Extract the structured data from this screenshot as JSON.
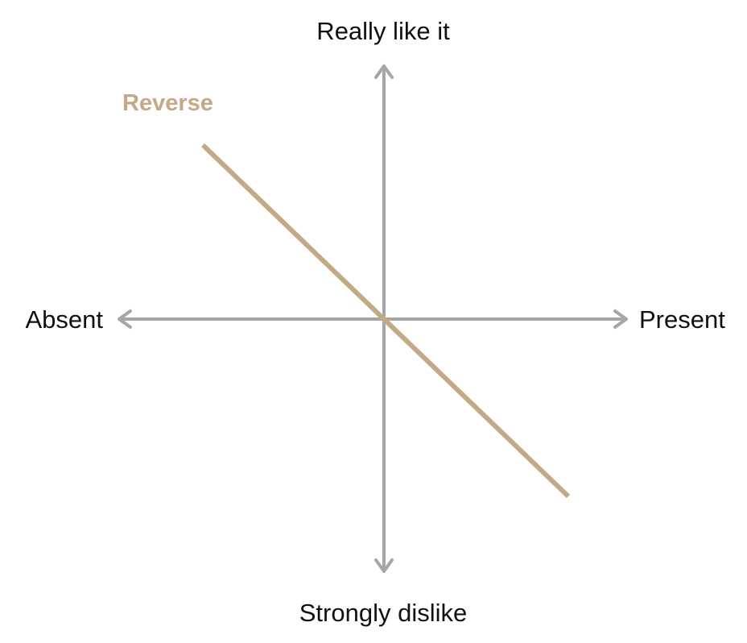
{
  "axes": {
    "top_label": "Really like it",
    "bottom_label": "Strongly dislike",
    "left_label": "Absent",
    "right_label": "Present",
    "color": "#a6a6a6"
  },
  "curve": {
    "label": "Reverse",
    "color": "#c4a987"
  }
}
